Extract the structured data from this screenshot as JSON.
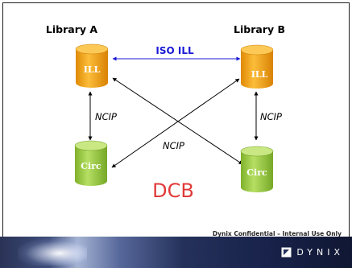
{
  "libraries": {
    "a": {
      "title": "Library A",
      "ill_label": "ILL",
      "circ_label": "Circ"
    },
    "b": {
      "title": "Library B",
      "ill_label": "ILL",
      "circ_label": "Circ"
    }
  },
  "connections": {
    "iso_ill": "ISO ILL",
    "ncip_left": "NCIP",
    "ncip_center": "NCIP",
    "ncip_right": "NCIP"
  },
  "center_label": "DCB",
  "footer": {
    "confidential": "Dynix Confidential – Internal Use Only",
    "brand": "DYNIX"
  },
  "colors": {
    "ill_cylinder": "#f5a81e",
    "circ_cylinder": "#9ccc44",
    "iso_ill_text": "#1a1ad6",
    "dcb_text": "#e03a3a"
  }
}
